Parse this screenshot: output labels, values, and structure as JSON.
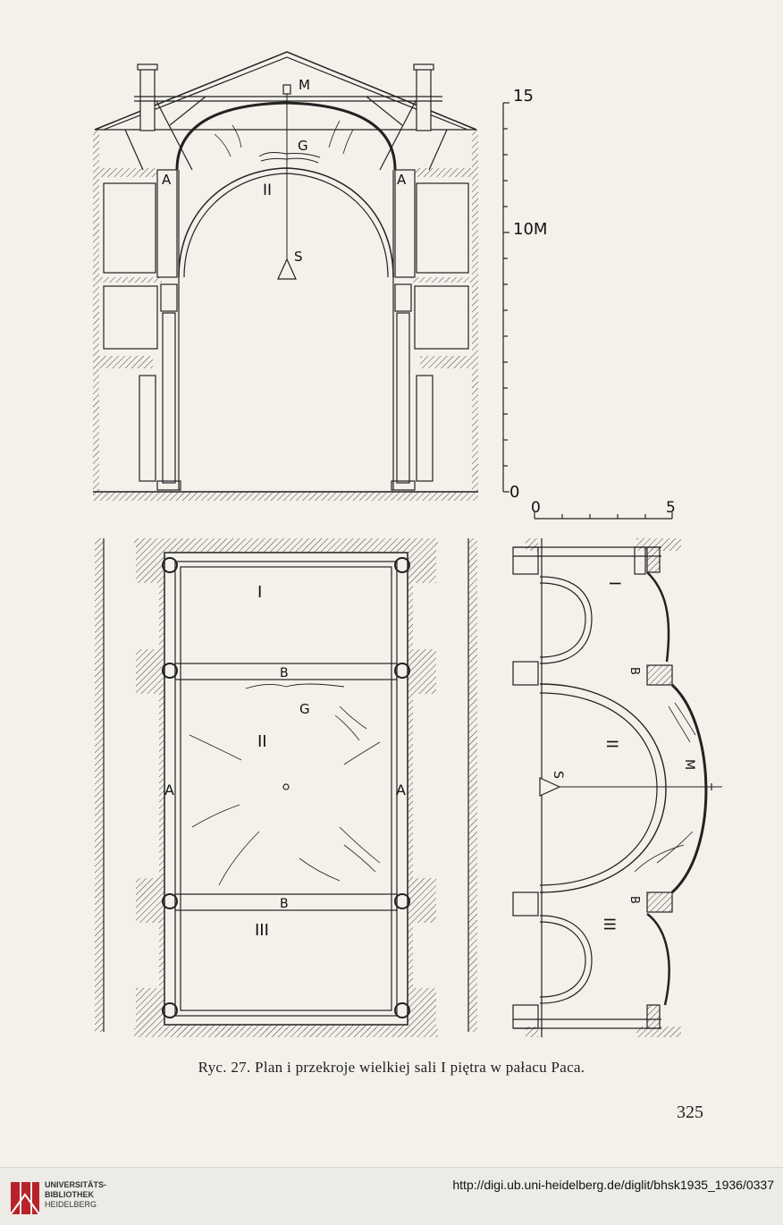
{
  "figure": {
    "section_labels": {
      "m": "M",
      "g": "G",
      "ii": "II",
      "a": "A",
      "s": "S"
    },
    "vertical_scale": {
      "top": "15",
      "middle": "10M",
      "bottom": "0"
    },
    "horizontal_scale": {
      "left": "0",
      "right": "5"
    },
    "plan_labels": {
      "i": "I",
      "b": "B",
      "g": "G",
      "ii": "II",
      "a": "A",
      "iii": "III"
    },
    "side_labels": {
      "i": "I",
      "b": "B",
      "ii": "II",
      "s": "S",
      "m": "M",
      "iii": "III"
    }
  },
  "caption": "Ryc. 27. Plan i przekroje wielkiej sali I piętra w pałacu Paca.",
  "page_number": "325",
  "footer": {
    "library_line1": "UNIVERSITÄTS-",
    "library_line2": "BIBLIOTHEK",
    "library_line3": "HEIDELBERG",
    "url": "http://digi.ub.uni-heidelberg.de/diglit/bhsk1935_1936/0337"
  }
}
